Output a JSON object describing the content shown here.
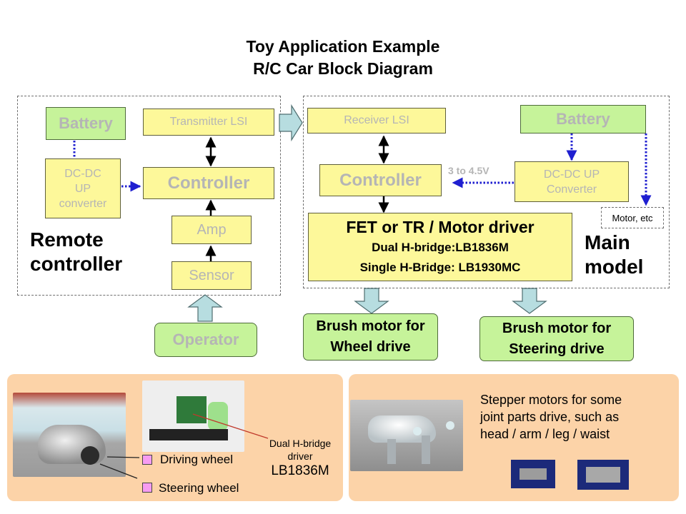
{
  "title": {
    "line1": "Toy Application Example",
    "line2": "R/C Car Block Diagram"
  },
  "remote_controller": {
    "label_line1": "Remote",
    "label_line2": "controller",
    "battery": "Battery",
    "dcdc_line1": "DC-DC",
    "dcdc_line2": "UP",
    "dcdc_line3": "converter",
    "transmitter": "Transmitter LSI",
    "controller": "Controller",
    "amp": "Amp",
    "sensor": "Sensor"
  },
  "operator": "Operator",
  "main_model": {
    "label_line1": "Main",
    "label_line2": "model",
    "receiver": "Receiver LSI",
    "controller": "Controller",
    "battery": "Battery",
    "dcdc_line1": "DC-DC UP",
    "dcdc_line2": "Converter",
    "voltage_label": "3 to 4.5V",
    "motor_etc": "Motor, etc",
    "driver_line1": "FET or TR / Motor driver",
    "driver_line2": "Dual H-bridge:LB1836M",
    "driver_line3": "Single H-Bridge: LB1930MC"
  },
  "outputs": {
    "wheel_line1": "Brush motor for",
    "wheel_line2": "Wheel drive",
    "steering_line1": "Brush motor for",
    "steering_line2": "Steering drive"
  },
  "bottom_left_panel": {
    "legend_driving": "Driving wheel",
    "legend_steering": "Steering wheel",
    "driver_caption_line1": "Dual H-bridge",
    "driver_caption_line2": "driver",
    "driver_caption_line3": "LB1836M"
  },
  "bottom_right_panel": {
    "caption_line1": "Stepper motors for some",
    "caption_line2": "joint parts drive, such as",
    "caption_line3": "head / arm / leg / waist"
  },
  "colors": {
    "block_yellow": "#fdf89a",
    "block_green": "#c6f39a",
    "arrow_blue_fill": "#b7dde0",
    "power_line_blue": "#1f1fd0",
    "panel_orange": "#fcd3a8",
    "legend_pink": "#f79cf2"
  }
}
